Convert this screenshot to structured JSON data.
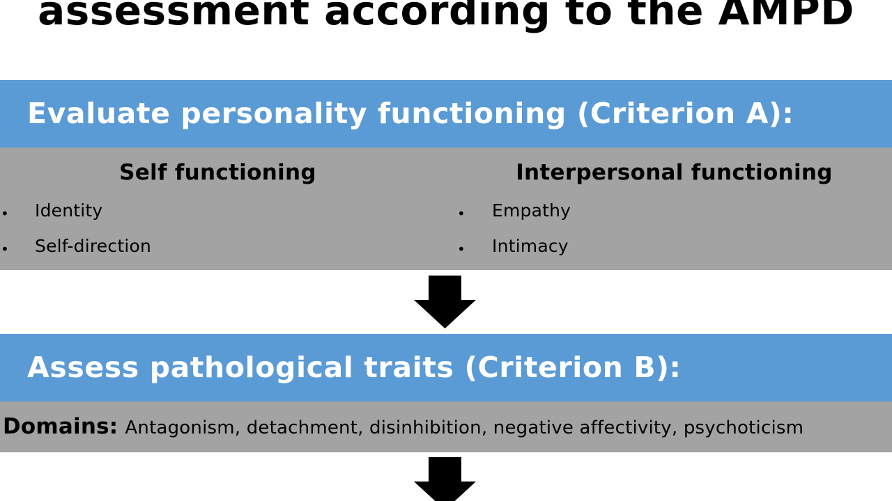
{
  "title": "assessment according to the AMPD",
  "criterion_a": {
    "heading": "Evaluate personality functioning (Criterion A):",
    "self": {
      "heading": "Self functioning",
      "items": [
        "Identity",
        "Self-direction"
      ]
    },
    "interpersonal": {
      "heading": "Interpersonal functioning",
      "items": [
        "Empathy",
        "Intimacy"
      ]
    }
  },
  "criterion_b": {
    "heading": "Assess pathological traits (Criterion B):",
    "domains_label": "Domains:",
    "domains_text": "Antagonism, detachment, disinhibition, negative affectivity, psychoticism"
  },
  "colors": {
    "header_band": "#5b9bd5",
    "content_band": "#a3a3a3",
    "arrow": "#000000"
  },
  "icons": [
    "arrow-down-icon",
    "arrow-down-icon"
  ]
}
